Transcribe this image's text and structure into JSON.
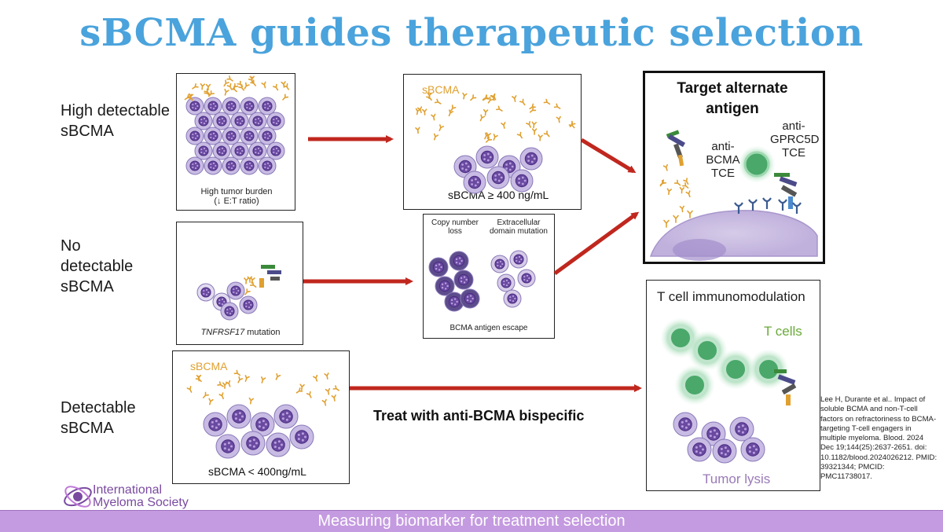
{
  "title": "sBCMA guides therapeutic selection",
  "rows": {
    "high": "High detectable sBCMA",
    "none": "No detectable sBCMA",
    "detect": "Detectable sBCMA"
  },
  "box1": {
    "caption_line1": "High tumor burden",
    "caption_line2": "(↓ E:T ratio)"
  },
  "box2": {
    "label": "sBCMA",
    "caption": "sBCMA ≥ 400 ng/mL"
  },
  "box3": {
    "caption_italic": "TNFRSF17",
    "caption_rest": " mutation"
  },
  "box4": {
    "col1": "Copy number loss",
    "col2": "Extracellular domain mutation",
    "caption": "BCMA antigen escape"
  },
  "box5": {
    "title_line1": "Target alternate",
    "title_line2": "antigen",
    "anti_bcma": [
      "anti-",
      "BCMA",
      "TCE"
    ],
    "anti_gprc5d": [
      "anti-",
      "GPRC5D",
      "TCE"
    ],
    "bcma_label": "BCMA",
    "gprc5d_label": "GPRC5D"
  },
  "box6": {
    "label": "sBCMA",
    "caption": "sBCMA < 400ng/mL"
  },
  "box7": {
    "title": "T cell immunomodulation",
    "tcells": "T cells",
    "lysis": "Tumor lysis"
  },
  "treat": "Treat with anti-BCMA bispecific",
  "reference": "Lee H, Durante et al.. Impact of soluble BCMA and non-T-cell factors on refractoriness to BCMA-targeting T-cell engagers in multiple myeloma. Blood. 2024 Dec 19;144(25):2637-2651. doi: 10.1182/blood.2024026212. PMID: 39321344; PMCID: PMC11738017.",
  "logo": {
    "line1": "International",
    "line2": "Myeloma Society"
  },
  "footer": "Measuring biomarker for treatment selection",
  "colors": {
    "title": "#4aa3dc",
    "arrow": "#c0271e",
    "sbcma": "#e0a030",
    "cell": "#8a78b8",
    "footer": "#c49ae0"
  }
}
